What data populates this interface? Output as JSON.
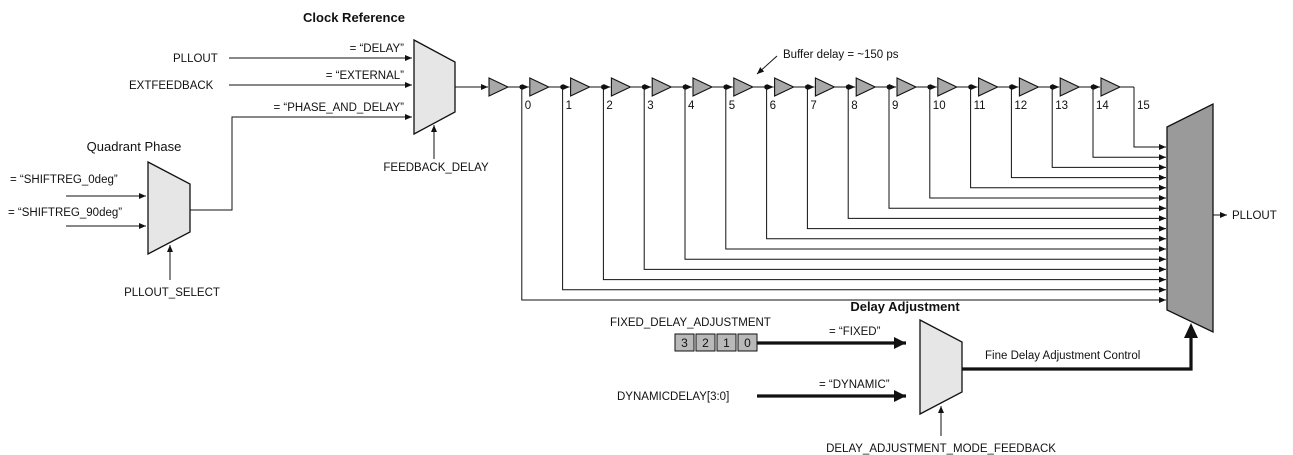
{
  "titles": {
    "clock_reference": "Clock Reference",
    "quadrant_phase": "Quadrant Phase",
    "delay_adjustment": "Delay Adjustment"
  },
  "clock_reference_inputs": [
    {
      "signal": "PLLOUT",
      "value": "= “DELAY”"
    },
    {
      "signal": "EXTFEEDBACK",
      "value": "= “EXTERNAL”"
    },
    {
      "signal": "",
      "value": "= “PHASE_AND_DELAY”"
    }
  ],
  "quadrant_phase_inputs": [
    "= “SHIFTREG_0deg”",
    "= “SHIFTREG_90deg”"
  ],
  "select_labels": {
    "feedback_delay": "FEEDBACK_DELAY",
    "pllout_select": "PLLOUT_SELECT",
    "delay_adjustment_mode": "DELAY_ADJUSTMENT_MODE_FEEDBACK"
  },
  "buffer_delay_note": "Buffer delay = ~150 ps",
  "tap_labels": [
    "0",
    "1",
    "2",
    "3",
    "4",
    "5",
    "6",
    "7",
    "8",
    "9",
    "10",
    "11",
    "12",
    "13",
    "14",
    "15"
  ],
  "output_label": "PLLOUT",
  "fixed_delay": {
    "signal": "FIXED_DELAY_ADJUSTMENT",
    "bits": [
      "3",
      "2",
      "1",
      "0"
    ],
    "value": "= “FIXED”"
  },
  "dynamic_delay": {
    "signal": "DYNAMICDELAY[3:0]",
    "value": "= “DYNAMIC”"
  },
  "fine_delay_label": "Fine Delay Adjustment Control",
  "colors": {
    "mux_fill": "#e6e6e6",
    "output_mux_fill": "#9a9a9a",
    "buffer_fill": "#a8a8a8"
  }
}
